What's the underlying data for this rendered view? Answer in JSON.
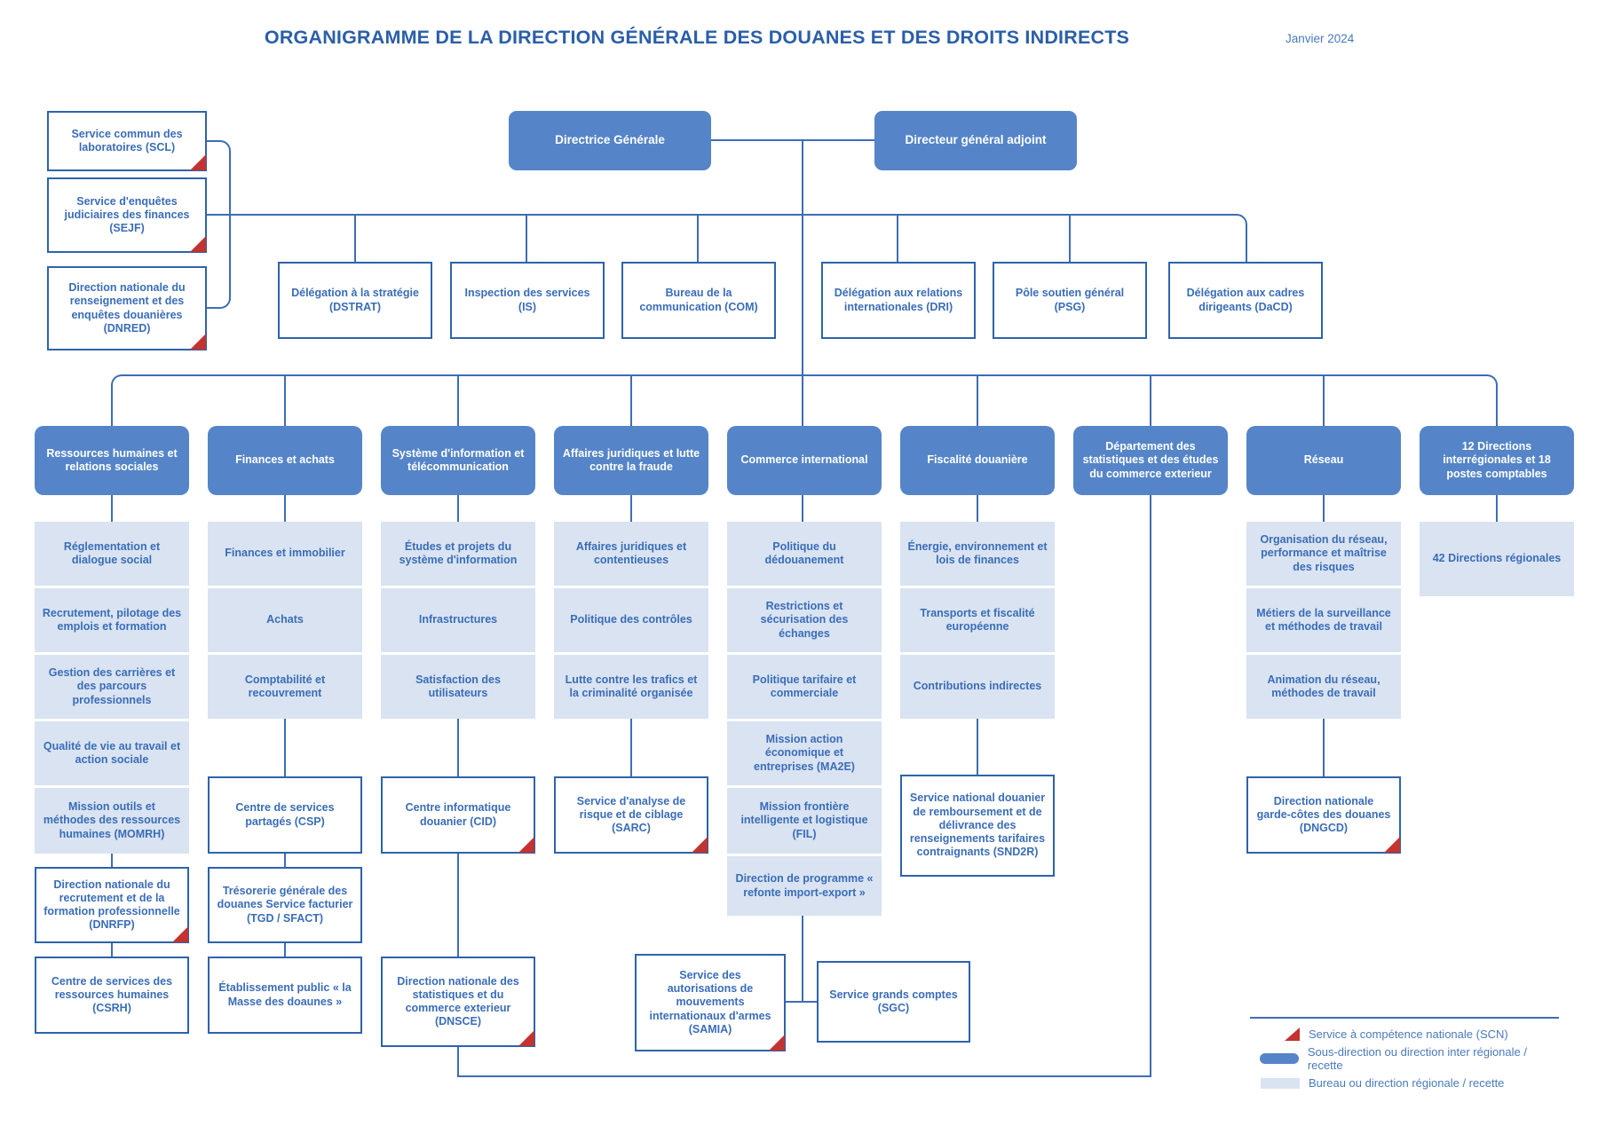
{
  "meta": {
    "title": "ORGANIGRAMME DE LA DIRECTION GÉNÉRALE DES DOUANES ET DES DROITS INDIRECTS",
    "date": "Janvier 2024"
  },
  "colors": {
    "header_blue": "#5585c8",
    "light_blue": "#d9e3f1",
    "line_blue": "#3d6db5",
    "text_blue": "#3a6db8",
    "scn_red": "#c23431"
  },
  "direction": {
    "dg": "Directrice Générale",
    "dga": "Directeur général adjoint"
  },
  "national_services": [
    {
      "label": "Service commun des laboratoires (SCL)",
      "scn": true
    },
    {
      "label": "Service d'enquêtes judiciaires des finances (SEJF)",
      "scn": true
    },
    {
      "label": "Direction nationale du renseignement et des enquêtes douanières (DNRED)",
      "scn": true
    }
  ],
  "staff_units": [
    "Délégation à la stratégie (DSTRAT)",
    "Inspection des services (IS)",
    "Bureau de la communication (COM)",
    "Délégation aux relations internationales (DRI)",
    "Pôle soutien général (PSG)",
    "Délégation aux cadres dirigeants (DaCD)"
  ],
  "columns": [
    {
      "header": "Ressources humaines et relations sociales",
      "bureaus": [
        "Réglementation et dialogue social",
        "Recrutement, pilotage des emplois et formation",
        "Gestion des carrières et des parcours professionnels",
        "Qualité de vie au travail et action sociale",
        "Mission outils et méthodes des ressources humaines (MOMRH)"
      ],
      "services": [
        {
          "label": "Direction nationale du recrutement et de la formation professionnelle (DNRFP)",
          "scn": true
        },
        {
          "label": "Centre de services des ressources humaines (CSRH)",
          "scn": false
        }
      ]
    },
    {
      "header": "Finances et achats",
      "bureaus": [
        "Finances et immobilier",
        "Achats",
        "Comptabilité et recouvrement"
      ],
      "services": [
        {
          "label": "Centre de services partagés (CSP)",
          "scn": false
        },
        {
          "label": "Trésorerie générale des douanes Service facturier (TGD / SFACT)",
          "scn": false
        },
        {
          "label": "Établissement public « la Masse des doaunes »",
          "scn": false
        }
      ]
    },
    {
      "header": "Système d'information et télécommunication",
      "bureaus": [
        "Études et projets du système d'information",
        "Infrastructures",
        "Satisfaction des utilisateurs"
      ],
      "services": [
        {
          "label": "Centre informatique douanier (CID)",
          "scn": true
        },
        {
          "label": "Direction nationale des statistiques et du commerce exterieur (DNSCE)",
          "scn": true
        }
      ]
    },
    {
      "header": "Affaires juridiques et lutte contre la fraude",
      "bureaus": [
        "Affaires juridiques et contentieuses",
        "Politique des contrôles",
        "Lutte contre les trafics et la criminalité organisée"
      ],
      "services": [
        {
          "label": "Service d'analyse de risque et de ciblage (SARC)",
          "scn": true
        },
        {
          "label": "Service des autorisations de mouvements internationaux d'armes (SAMIA)",
          "scn": true
        }
      ]
    },
    {
      "header": "Commerce international",
      "bureaus": [
        "Politique du dédouanement",
        "Restrictions et sécurisation des échanges",
        "Politique tarifaire et commerciale",
        "Mission action économique et entreprises (MA2E)",
        "Mission frontière intelligente et logistique (FIL)",
        "Direction de programme « refonte import-export »"
      ],
      "services": [
        {
          "label": "Service grands comptes (SGC)",
          "scn": false
        }
      ]
    },
    {
      "header": "Fiscalité douanière",
      "bureaus": [
        "Énergie, environnement et lois de finances",
        "Transports et fiscalité européenne",
        "Contributions indirectes"
      ],
      "services": [
        {
          "label": "Service national douanier de remboursement et de délivrance des renseignements tarifaires contraignants (SND2R)",
          "scn": false
        }
      ]
    },
    {
      "header": "Département des statistiques et des études du commerce exterieur",
      "bureaus": [],
      "services": []
    },
    {
      "header": "Réseau",
      "bureaus": [
        "Organisation du réseau, performance et maîtrise des risques",
        "Métiers de la surveillance et méthodes de travail",
        "Animation du réseau, méthodes de travail"
      ],
      "services": [
        {
          "label": "Direction nationale garde-côtes des douanes (DNGCD)",
          "scn": true
        }
      ]
    },
    {
      "header": "12 Directions interrégionales et 18 postes comptables",
      "bureaus": [
        "42 Directions régionales"
      ],
      "services": []
    }
  ],
  "legend": {
    "items": [
      {
        "icon": "scn-triangle",
        "label": "Service à compétence nationale (SCN)"
      },
      {
        "icon": "subdirection-pill",
        "label": "Sous-direction ou direction inter régionale / recette"
      },
      {
        "icon": "bureau-swatch",
        "label": "Bureau ou direction régionale / recette"
      }
    ]
  }
}
